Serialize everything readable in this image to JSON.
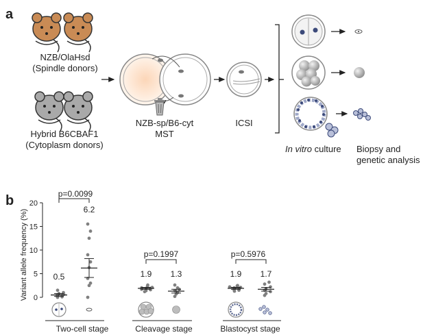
{
  "panel_a": {
    "letter": "a",
    "donor1_name": "NZB/OlaHsd",
    "donor1_role": "(Spindle donors)",
    "donor2_name": "Hybrid B6CBAF1",
    "donor2_role": "(Cytoplasm donors)",
    "mst_label_1": "NZB-sp/B6-cyt",
    "mst_label_2": "MST",
    "icsi_label": "ICSI",
    "culture_italic": "In vitro",
    "culture_rest": " culture",
    "biopsy_label_1": "Biopsy and",
    "biopsy_label_2": "genetic analysis"
  },
  "panel_b": {
    "letter": "b",
    "ylabel": "Variant allele frequency (%)",
    "yticks": [
      "0",
      "5",
      "10",
      "15",
      "20"
    ],
    "groups": [
      {
        "name": "Two-cell stage",
        "means": [
          "0.5",
          "6.2"
        ],
        "p": "p=0.0099"
      },
      {
        "name": "Cleavage stage",
        "means": [
          "1.9",
          "1.3"
        ],
        "p": "p=0.1997"
      },
      {
        "name": "Blastocyst stage",
        "means": [
          "1.9",
          "1.7"
        ],
        "p": "p=0.5976"
      }
    ]
  },
  "chart_data": {
    "type": "scatter",
    "ylabel": "Variant allele frequency (%)",
    "ylim": [
      0,
      20
    ],
    "yticks": [
      0,
      5,
      10,
      15,
      20
    ],
    "categories": [
      "Two-cell stage",
      "Cleavage stage",
      "Blastocyst stage"
    ],
    "series": [
      {
        "group": "Two-cell stage",
        "sample": "two-cell embryo",
        "mean": 0.5,
        "sem": 0.3,
        "values": [
          0.0,
          0.1,
          0.2,
          0.3,
          0.4,
          0.5,
          0.6,
          0.8,
          1.0,
          1.5
        ]
      },
      {
        "group": "Two-cell stage",
        "sample": "biopsy",
        "mean": 6.2,
        "sem": 2.0,
        "values": [
          0.0,
          2.5,
          3.0,
          4.0,
          6.3,
          7.5,
          9.0,
          12.5,
          14.0,
          15.5
        ]
      },
      {
        "group": "Cleavage stage",
        "sample": "cleavage embryo",
        "mean": 1.9,
        "sem": 0.2,
        "values": [
          1.2,
          1.4,
          1.6,
          1.7,
          1.8,
          1.9,
          2.0,
          2.1,
          2.3,
          2.6
        ]
      },
      {
        "group": "Cleavage stage",
        "sample": "biopsy",
        "mean": 1.3,
        "sem": 0.4,
        "values": [
          0.2,
          0.7,
          1.0,
          1.4,
          1.7,
          2.0,
          2.6
        ]
      },
      {
        "group": "Blastocyst stage",
        "sample": "blastocyst",
        "mean": 1.9,
        "sem": 0.2,
        "values": [
          1.3,
          1.5,
          1.6,
          1.8,
          1.9,
          2.0,
          2.1,
          2.2,
          2.4,
          2.5
        ]
      },
      {
        "group": "Blastocyst stage",
        "sample": "biopsy",
        "mean": 1.7,
        "sem": 0.4,
        "values": [
          0.4,
          0.8,
          1.2,
          1.5,
          1.8,
          2.2,
          2.8,
          3.2
        ]
      }
    ],
    "comparisons": [
      {
        "group": "Two-cell stage",
        "p": 0.0099
      },
      {
        "group": "Cleavage stage",
        "p": 0.1997
      },
      {
        "group": "Blastocyst stage",
        "p": 0.5976
      }
    ]
  }
}
